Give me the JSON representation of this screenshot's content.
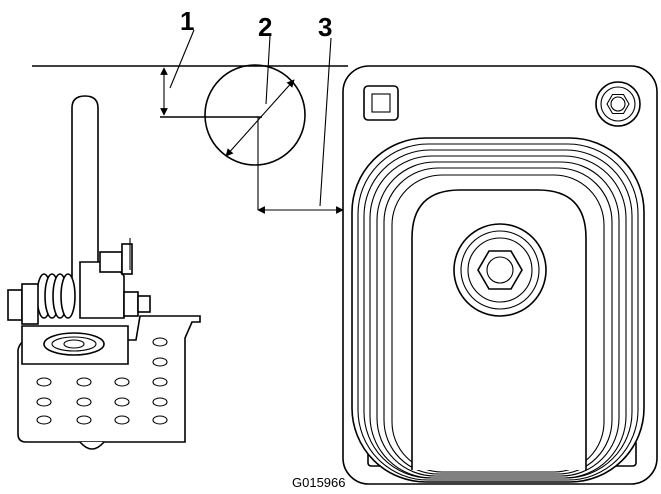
{
  "diagram": {
    "callouts": [
      {
        "id": "1",
        "label": "1"
      },
      {
        "id": "2",
        "label": "2"
      },
      {
        "id": "3",
        "label": "3"
      }
    ],
    "figure_id": "G015966",
    "colors": {
      "line": "#000000",
      "background": "#ffffff"
    }
  }
}
